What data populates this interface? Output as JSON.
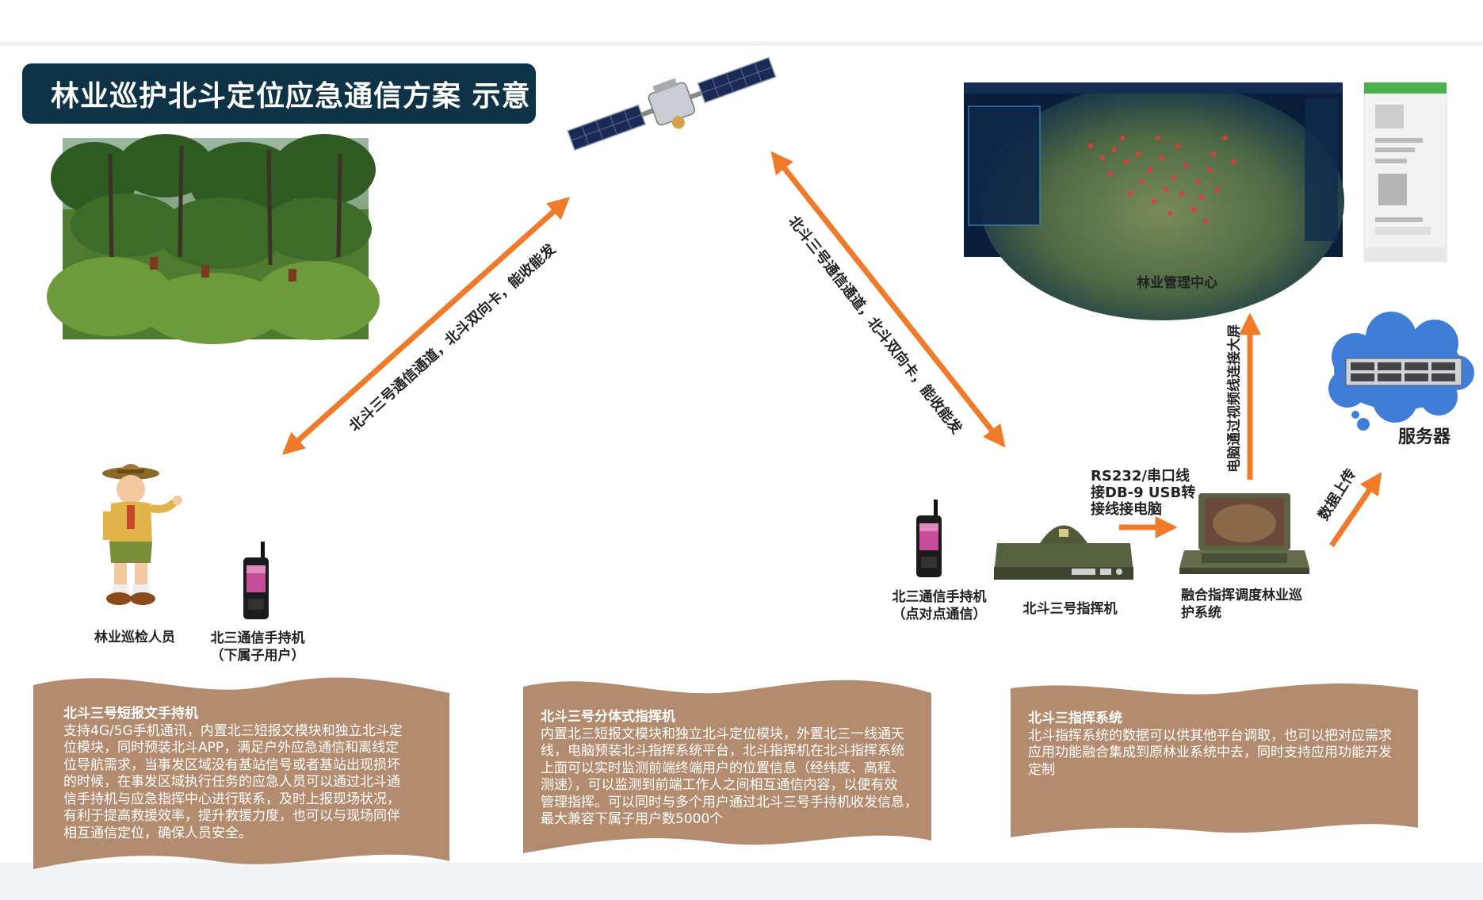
{
  "title": "林业巡护北斗定位应急通信方案 示意",
  "arrows": {
    "left": "北斗三号通信通道，北斗双向卡，能收能发",
    "right": "北斗三号通信通道，北斗双向卡，能收能发",
    "rs232": [
      "RS232/串口线",
      "接DB-9 USB转",
      "接线接电脑"
    ],
    "video": "电脑通过视频线连接大屏",
    "upload": "数据上传"
  },
  "labels": {
    "patrol_person": "林业巡检人员",
    "handset_sub_1": "北三通信手持机",
    "handset_sub_2": "（下属子用户）",
    "handset_p2p_1": "北三通信手持机",
    "handset_p2p_2": "（点对点通信）",
    "commander": "北斗三号指挥机",
    "fusion_1": "融合指挥调度林业巡",
    "fusion_2": "护系统",
    "mgmt_center": "林业管理中心",
    "server": "服务器"
  },
  "panels": [
    {
      "heading": "北斗三号短报文手持机",
      "lines": [
        "支持4G/5G手机通讯，内置北三短报文模块和独立北斗定",
        "位模块，同时预装北斗APP，满足户外应急通信和离线定",
        "位导航需求，当事发区域没有基站信号或者基站出现损坏",
        "的时候，在事发区域执行任务的应急人员可以通过北斗通",
        "信手持机与应急指挥中心进行联系，及时上报现场状况，",
        "有利于提高救援效率，提升救援力度，也可以与现场同伴",
        "相互通信定位，确保人员安全。"
      ]
    },
    {
      "heading": "北斗三号分体式指挥机",
      "lines": [
        "内置北三短报文模块和独立北斗定位模块，外置北三一线通天",
        "线，电脑预装北斗指挥系统平台，北斗指挥机在北斗指挥系统",
        "上面可以实时监测前端终端用户的位置信息（经纬度、高程、",
        "测速），可以监测到前端工作人之间相互通信内容，以便有效",
        "管理指挥。可以同时与多个用户通过北斗三号手持机收发信息，",
        "最大兼容下属子用户数5000个"
      ]
    },
    {
      "heading": "北斗三指挥系统",
      "lines": [
        "北斗指挥系统的数据可以供其他平台调取，也可以把对应需求",
        "应用功能融合集成到原林业系统中去，同时支持应用功能开发",
        "定制"
      ]
    }
  ],
  "colors": {
    "title_bg": "#0f3346",
    "arrow": "#ef7b2a",
    "panel": "#b38c6f",
    "cloud": "#3f7dd6"
  }
}
